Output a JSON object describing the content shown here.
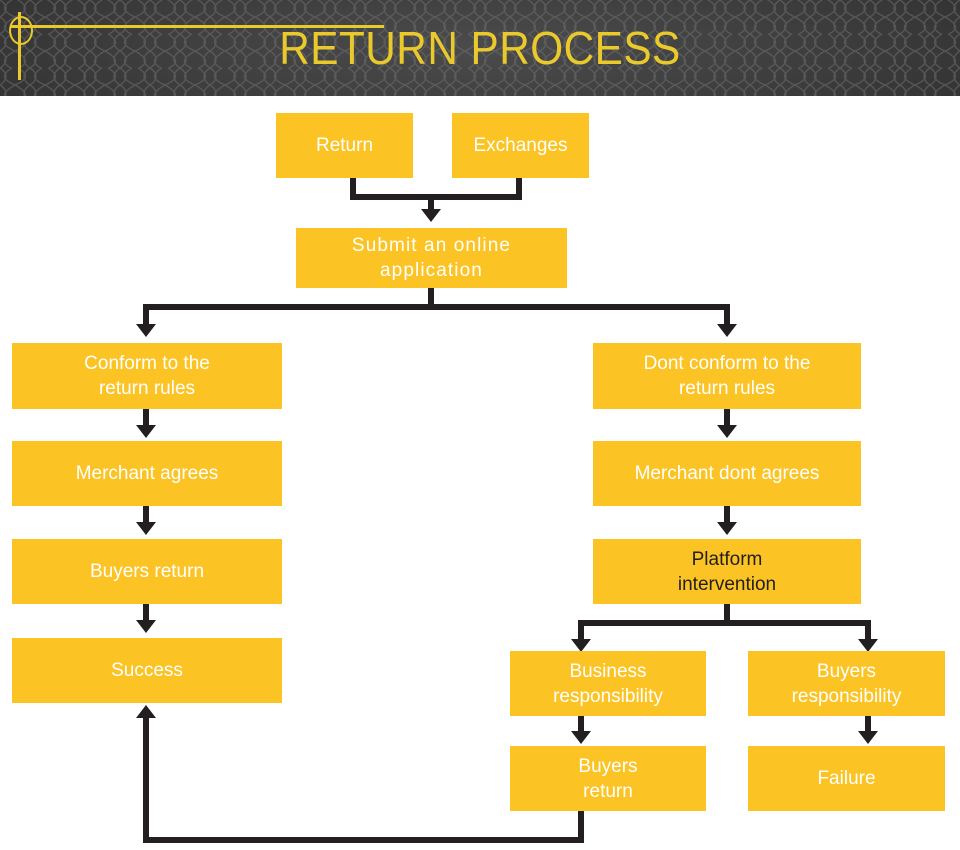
{
  "header": {
    "title": "RETURN PROCESS",
    "background_color": "#3c3c3c",
    "accent_color": "#e9c92c",
    "decoration_icon": "crosshair-target-icon"
  },
  "theme": {
    "node_fill": "#fbc323",
    "node_text": "#ffffff",
    "node_text_alt": "#231f20",
    "connector_color": "#231f20",
    "page_background": "#ffffff"
  },
  "flowchart": {
    "type": "flowchart",
    "title": "RETURN PROCESS",
    "nodes": [
      {
        "id": "return",
        "label": "Return",
        "text_color": "#ffffff"
      },
      {
        "id": "exchanges",
        "label": "Exchanges",
        "text_color": "#ffffff"
      },
      {
        "id": "submit-application",
        "label": "Submit an online\napplication",
        "text_color": "#ffffff"
      },
      {
        "id": "conform-rules",
        "label": "Conform to the\nreturn rules",
        "text_color": "#ffffff"
      },
      {
        "id": "merchant-agrees",
        "label": "Merchant agrees",
        "text_color": "#ffffff"
      },
      {
        "id": "buyers-return-left",
        "label": "Buyers return",
        "text_color": "#ffffff"
      },
      {
        "id": "success",
        "label": "Success",
        "text_color": "#ffffff"
      },
      {
        "id": "dont-conform-rules",
        "label": "Dont conform to the\nreturn rules",
        "text_color": "#ffffff"
      },
      {
        "id": "merchant-dont-agrees",
        "label": "Merchant dont agrees",
        "text_color": "#ffffff"
      },
      {
        "id": "platform-intervention",
        "label": "Platform\nintervention",
        "text_color": "#231f20"
      },
      {
        "id": "business-responsibility",
        "label": "Business\nresponsibility",
        "text_color": "#ffffff"
      },
      {
        "id": "buyers-responsibility",
        "label": "Buyers\nresponsibility",
        "text_color": "#ffffff"
      },
      {
        "id": "buyers-return-bottom",
        "label": "Buyers\nreturn",
        "text_color": "#ffffff"
      },
      {
        "id": "failure",
        "label": "Failure",
        "text_color": "#ffffff"
      }
    ],
    "edges": [
      {
        "from": "return",
        "to": "submit-application"
      },
      {
        "from": "exchanges",
        "to": "submit-application"
      },
      {
        "from": "submit-application",
        "to": "conform-rules"
      },
      {
        "from": "submit-application",
        "to": "dont-conform-rules"
      },
      {
        "from": "conform-rules",
        "to": "merchant-agrees"
      },
      {
        "from": "merchant-agrees",
        "to": "buyers-return-left"
      },
      {
        "from": "buyers-return-left",
        "to": "success"
      },
      {
        "from": "dont-conform-rules",
        "to": "merchant-dont-agrees"
      },
      {
        "from": "merchant-dont-agrees",
        "to": "platform-intervention"
      },
      {
        "from": "platform-intervention",
        "to": "business-responsibility"
      },
      {
        "from": "platform-intervention",
        "to": "buyers-responsibility"
      },
      {
        "from": "business-responsibility",
        "to": "buyers-return-bottom"
      },
      {
        "from": "buyers-responsibility",
        "to": "failure"
      },
      {
        "from": "buyers-return-bottom",
        "to": "success"
      }
    ]
  }
}
